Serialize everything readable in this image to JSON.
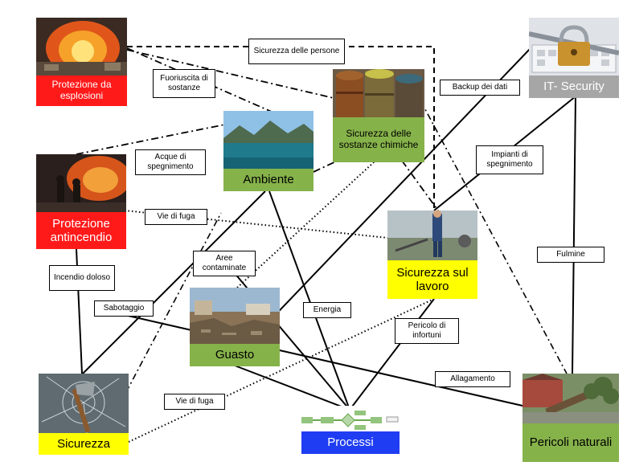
{
  "nodes": {
    "esplosioni": "Protezione da esplosioni",
    "it_security": "IT- Security",
    "sostanze_chimiche": "Sicurezza delle sostanze chimiche",
    "ambiente": "Ambiente",
    "antincendio": "Protezione antincendio",
    "lavoro": "Sicurezza sul lavoro",
    "guasto": "Guasto",
    "sicurezza": "Sicurezza",
    "processi": "Processi",
    "pericoli_naturali": "Pericoli naturali"
  },
  "labels": {
    "persone": "Sicurezza delle persone",
    "fuoriuscita": "Fuoriuscita di sostanze",
    "backup": "Backup dei dati",
    "acque": "Acque di spegnimento",
    "impianti": "Impianti di spegnimento",
    "vie_fuga_top": "Vie di fuga",
    "aree": "Aree contaminate",
    "fulmine": "Fulmine",
    "incendio": "Incendio doloso",
    "sabotaggio": "Sabotaggio",
    "energia": "Energia",
    "infortuni": "Pericolo di infortuni",
    "allagamento": "Allagamento",
    "vie_fuga_bottom": "Vie di fuga"
  },
  "colors": {
    "red": "#ff1a1a",
    "green": "#86b24a",
    "yellow": "#ffff00",
    "gray": "#a6a6a6",
    "blue": "#1f3df2"
  }
}
